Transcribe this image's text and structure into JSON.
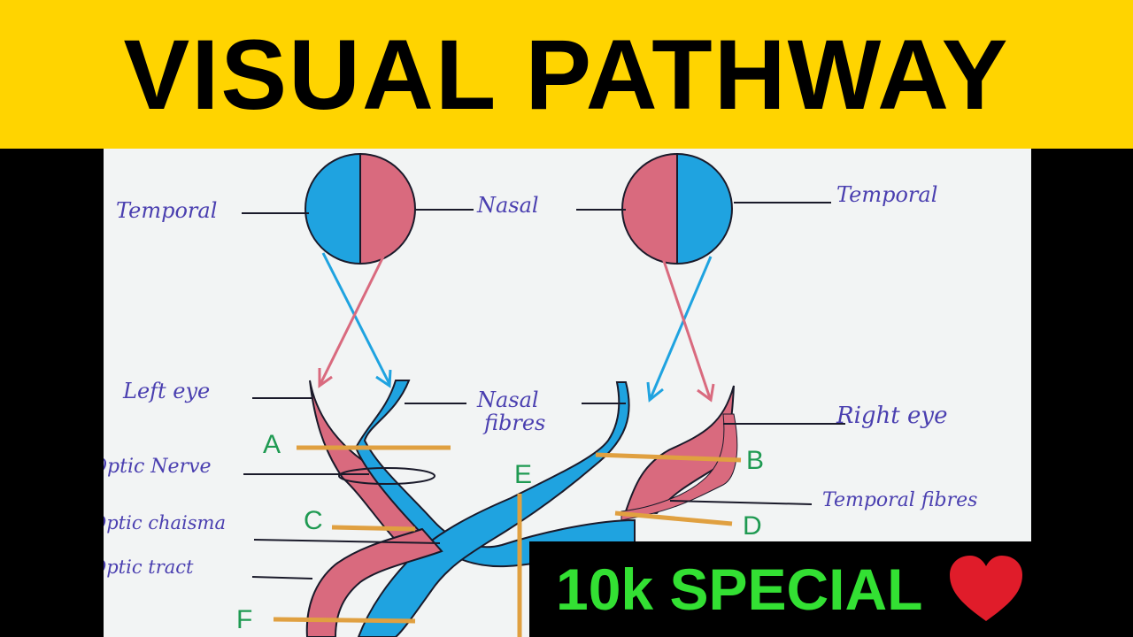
{
  "title": "VISUAL PATHWAY",
  "badge": {
    "text": "10k SPECIAL",
    "icon": "heart-icon"
  },
  "labels": {
    "temporal_left": "Temporal",
    "nasal": "Nasal",
    "temporal_right": "Temporal",
    "left_eye": "Left eye",
    "nasal_fibres_1": "Nasal",
    "nasal_fibres_2": "fibres",
    "right_eye": "Right eye",
    "optic_nerve": "Optic Nerve",
    "temporal_fibres": "Temporal fibres",
    "optic_chiasma": "Optic chaisma",
    "optic_tract": "Optic tract"
  },
  "lesions": {
    "a": "A",
    "b": "B",
    "c": "C",
    "d": "D",
    "e": "E",
    "f": "F"
  },
  "colors": {
    "banner": "#ffd400",
    "blue": "#1fa3e0",
    "pink": "#d96a7e",
    "ink": "#4a3fb0",
    "lesion": "#e0a040",
    "badge_text": "#33e033",
    "heart": "#e01c2a"
  }
}
